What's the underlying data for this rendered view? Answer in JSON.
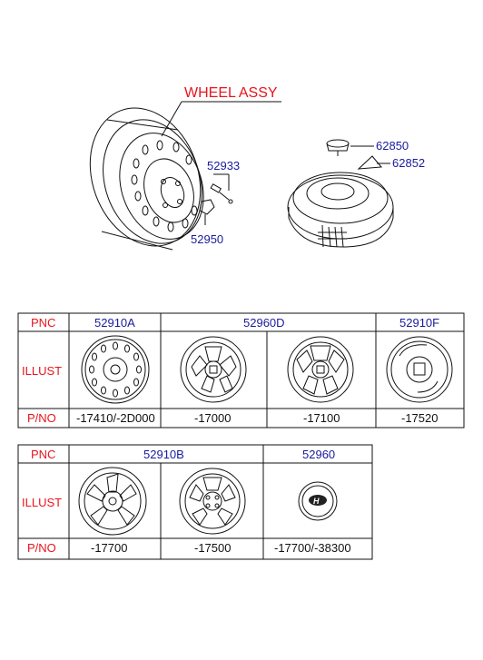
{
  "diagram": {
    "title": "WHEEL  ASSY",
    "callouts": {
      "valve_part": "52933",
      "nut_part": "52950",
      "cap_part": "62850",
      "wedge_part": "62852"
    }
  },
  "table1": {
    "row_labels": {
      "pnc": "PNC",
      "illust": "ILLUST",
      "pno": "P/NO"
    },
    "pnc": [
      "52910A",
      "52960D",
      "52910F"
    ],
    "pno": [
      "-17410/-2D000",
      "-17000",
      "-17100",
      "-17520"
    ]
  },
  "table2": {
    "row_labels": {
      "pnc": "PNC",
      "illust": "ILLUST",
      "pno": "P/NO"
    },
    "pnc": [
      "52910B",
      "52960"
    ],
    "pno": [
      "-17700",
      "-17500",
      "-17700/-38300"
    ]
  },
  "colors": {
    "label_red": "#e8141c",
    "label_blue": "#1a1aa0",
    "line": "#111111"
  },
  "icons": [
    "steel-wheel-icon",
    "alloy-wheel-icon",
    "spare-wheel-icon",
    "hubcap-icon",
    "lug-nut-icon",
    "valve-stem-icon"
  ]
}
